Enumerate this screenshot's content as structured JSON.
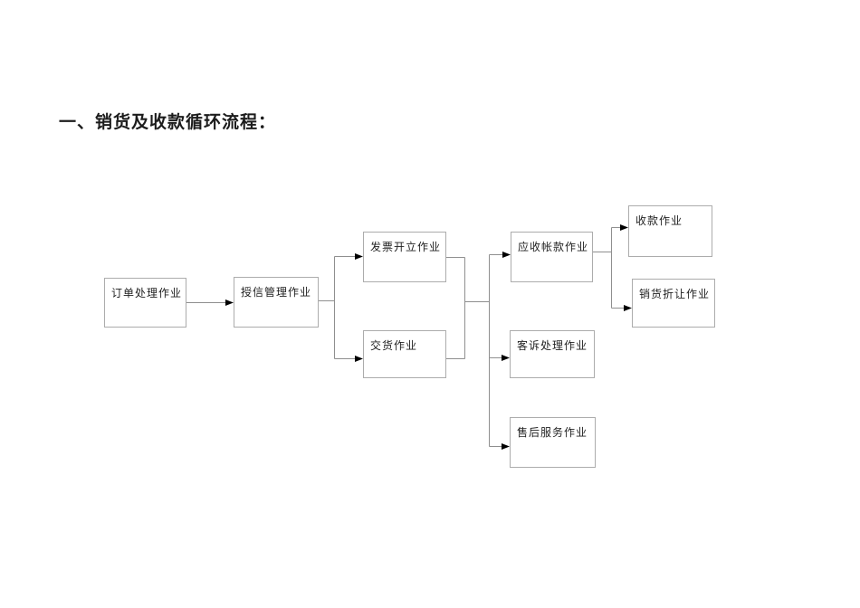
{
  "page": {
    "title": "一、销货及收款循环流程："
  },
  "diagram": {
    "type": "flowchart",
    "nodes": {
      "order": {
        "label": "订单处理作业"
      },
      "credit": {
        "label": "授信管理作业"
      },
      "invoice": {
        "label": "发票开立作业"
      },
      "delivery": {
        "label": "交货作业"
      },
      "receivable": {
        "label": "应收帐款作业"
      },
      "complaint": {
        "label": "客诉处理作业"
      },
      "aftersales": {
        "label": "售后服务作业"
      },
      "collection": {
        "label": "收款作业"
      },
      "allowance": {
        "label": "销货折让作业"
      }
    },
    "edges": [
      {
        "from": [
          "order"
        ],
        "to": [
          "credit"
        ]
      },
      {
        "from": [
          "credit"
        ],
        "to": [
          "invoice",
          "delivery"
        ]
      },
      {
        "from": [
          "invoice",
          "delivery"
        ],
        "to": [
          "receivable",
          "complaint",
          "aftersales"
        ]
      },
      {
        "from": [
          "receivable"
        ],
        "to": [
          "collection",
          "allowance"
        ]
      }
    ],
    "colors": {
      "box_border": "#acacac",
      "line": "#8f8f8f",
      "arrowhead": "#000000",
      "text": "#1f1f1f",
      "background": "#ffffff"
    }
  }
}
